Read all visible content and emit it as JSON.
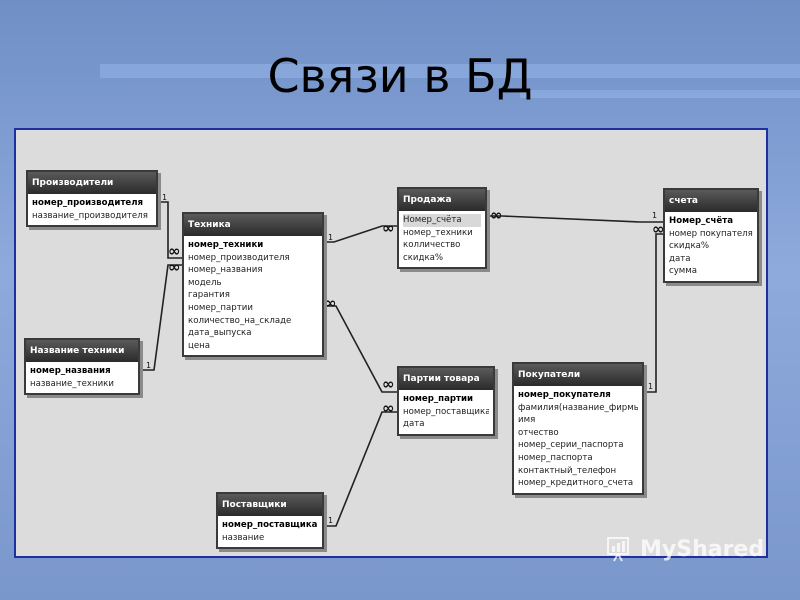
{
  "slide": {
    "title": "Связи в БД"
  },
  "tables": [
    {
      "id": "proizvoditeli",
      "title": "Производители",
      "fields": [
        "номер_производителя",
        "название_производителя"
      ],
      "pk": [
        0
      ]
    },
    {
      "id": "nazvanie",
      "title": "Название техники",
      "fields": [
        "номер_названия",
        "название_техники"
      ],
      "pk": [
        0
      ]
    },
    {
      "id": "tehnika",
      "title": "Техника",
      "fields": [
        "номер_техники",
        "номер_производителя",
        "номер_названия",
        "модель",
        "гарантия",
        "номер_партии",
        "количество_на_складе",
        "дата_выпуска",
        "цена"
      ],
      "pk": [
        0
      ]
    },
    {
      "id": "prodazha",
      "title": "Продажа",
      "fields": [
        "Номер_счёта",
        "номер_техники",
        "колличество",
        "скидка%"
      ],
      "pk": [],
      "sel": [
        0
      ]
    },
    {
      "id": "scheta",
      "title": "счета",
      "fields": [
        "Номер_счёта",
        "номер покупателя",
        "скидка%",
        "дата",
        "сумма"
      ],
      "pk": [
        0
      ]
    },
    {
      "id": "partii",
      "title": "Партии товара",
      "fields": [
        "номер_партии",
        "номер_поставщика",
        "дата"
      ],
      "pk": [
        0
      ]
    },
    {
      "id": "pokupateli",
      "title": "Покупатели",
      "fields": [
        "номер_покупателя",
        "фамилия(название_фирмы)",
        "имя",
        "отчество",
        "номер_серии_паспорта",
        "номер_паспорта",
        "контактный_телефон",
        "номер_кредитного_счета"
      ],
      "pk": [
        0
      ]
    },
    {
      "id": "postavshiki",
      "title": "Поставщики",
      "fields": [
        "номер_поставщика",
        "название"
      ],
      "pk": [
        0
      ]
    }
  ],
  "relationships": [
    {
      "from": "proizvoditeli",
      "to": "tehnika",
      "one": "1",
      "many": "∞"
    },
    {
      "from": "nazvanie",
      "to": "tehnika",
      "one": "1",
      "many": "∞"
    },
    {
      "from": "tehnika",
      "to": "prodazha",
      "one": "1",
      "many": "∞"
    },
    {
      "from": "tehnika",
      "to": "partii",
      "one": "∞",
      "many": "∞"
    },
    {
      "from": "prodazha",
      "to": "scheta",
      "one": "1",
      "many": "∞"
    },
    {
      "from": "pokupateli",
      "to": "scheta",
      "one": "1",
      "many": "∞"
    },
    {
      "from": "postavshiki",
      "to": "partii",
      "one": "1",
      "many": "∞"
    }
  ],
  "watermark": {
    "text": "MyShared",
    "icon": "myshared-logo-icon"
  },
  "colors": {
    "canvas_border": "#1e2fa0",
    "header_dark": "#2a2a2a",
    "canvas_bg": "#dcdcdc"
  }
}
